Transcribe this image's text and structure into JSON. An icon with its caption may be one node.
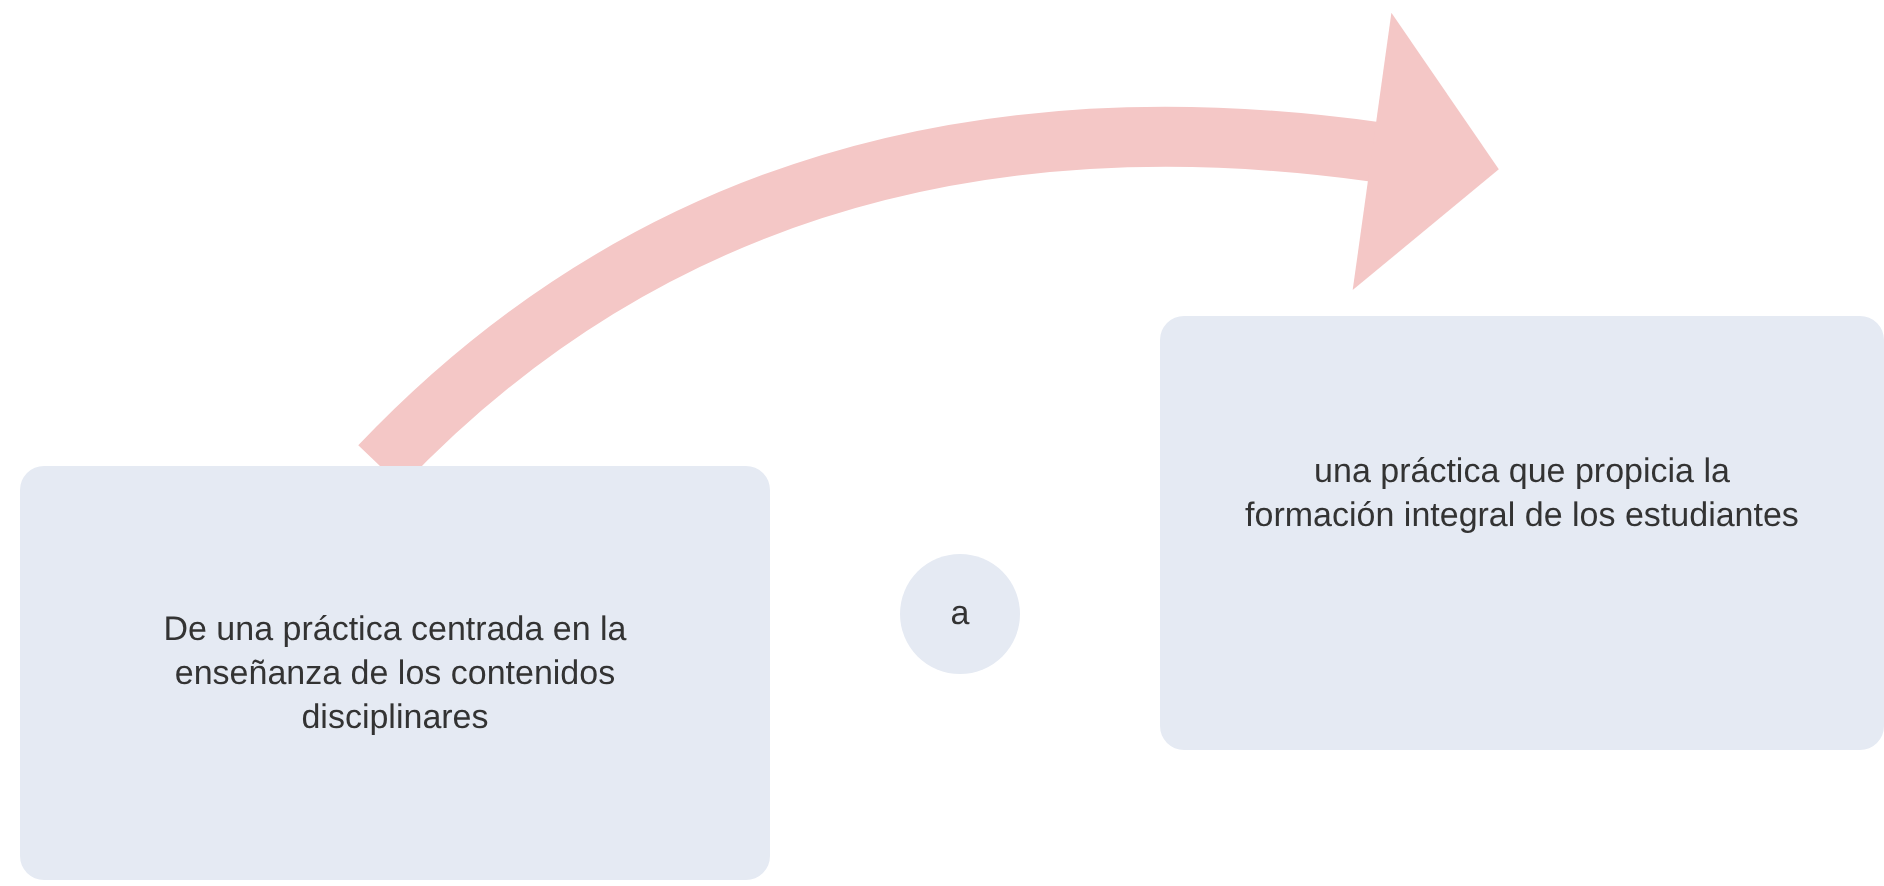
{
  "diagram": {
    "nodes": [
      {
        "text": [
          "De una práctica centrada en la enseñanza de los contenidos disciplinares"
        ]
      },
      {
        "text": [
          "a"
        ]
      },
      {
        "text": [
          "una práctica que propicia la formación integral de los estudiantes"
        ]
      }
    ],
    "edges": [
      {
        "from": 0,
        "to": 2,
        "arrow": "to",
        "color": "#f4c7c6"
      }
    ]
  }
}
